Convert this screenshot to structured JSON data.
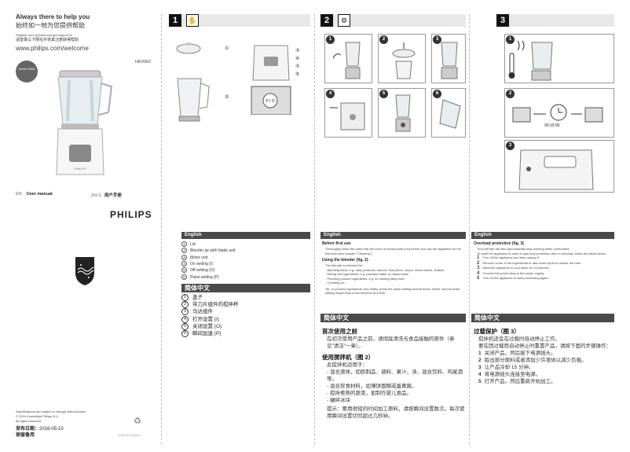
{
  "cover": {
    "help_en": "Always there to help you",
    "help_cn": "始终如一地为您提供帮助",
    "register_en": "Register your product and get support at",
    "register_cn": "请登录以下网址并将其注册获得帮助",
    "url": "www.philips.com/welcome",
    "badge_line1": "Series 5000",
    "badge_line2": "",
    "model": "HR2062",
    "manual_lang_en": "EN",
    "manual_en": "User manual",
    "manual_lang_cn": "ZH-S",
    "manual_cn": "用户手册",
    "brand": "PHILIPS",
    "footer_1": "Specifications are subject to change without notice",
    "footer_2": "© 2016 Koninklijke Philips N.V.",
    "footer_3": "All rights reserved.",
    "footer_date_label": "发布日期：",
    "footer_date": "2016-05-10",
    "footer_rights": "保留备用",
    "code": "4240 002 02621"
  },
  "panel1": {
    "num": "1",
    "callouts": [
      "①",
      "②",
      "③",
      "④",
      "⑤",
      "⑥"
    ],
    "en_bar": "English",
    "parts_en": [
      "Lid",
      "Blender jar with blade unit",
      "Motor unit",
      "On setting (I)",
      "Off setting (O)",
      "Pulse setting (P)"
    ],
    "cn_bar": "简体中文",
    "parts_cn": [
      "盖子",
      "带刀片组件的搅拌杯",
      "马达组件",
      "打开设置 (I)",
      "关闭设置 (O)",
      "瞬间加速 (P)"
    ]
  },
  "panel2": {
    "num": "2",
    "steps": [
      "1",
      "2",
      "3",
      "4",
      "5",
      "6"
    ],
    "en_bar": "English",
    "before_title": "Before first use",
    "before_text": "Thoroughly clean the parts that will come in contact with food before you use the appliance for the first time (see chapter \"Cleaning\").",
    "using_title": "Using the blender (fig. 2)",
    "using_intro": "The blender is intended for:",
    "using_items": [
      "Blending fluids, e.g. dairy products, sauces, fruit juices, soups, mixed drinks, shakes.",
      "Mixing soft ingredients, e.g. pancake batter or mayonnaise.",
      "Pureeing cooked ingredients, e.g. for making baby food.",
      "Crushing ice"
    ],
    "tip": "Tip: to process ingredients very briefly, press the pulse setting several times. Never use the pulse setting longer than a few seconds at a time.",
    "cn_bar": "简体中文",
    "cn_before_title": "首次使用之前",
    "cn_before_text": "在初次使用产品之前，请彻底清洗与食品接触的部件（参见\"清洁\"一章）。",
    "cn_using_title": "使用搅拌机（图 2）",
    "cn_using_intro": "此搅拌机适用于：",
    "cn_using_items": [
      "混合液体，如奶制品、调料、果汁、汤、混合饮料、鸡尾酒等。",
      "混合软食材料，如薄饼面糊或蛋黄酱。",
      "搅拌煮熟的蔬菜，如制作婴儿食品。",
      "碾碎冰块"
    ],
    "cn_tip": "提示：要用很短的时间加工原料，请按瞬间设置数次。每次使用瞬间设置切勿超过几秒钟。"
  },
  "panel3": {
    "num": "3",
    "steps": [
      "1",
      "2",
      "3"
    ],
    "timer": "00:15:00",
    "en_bar": "English",
    "op_title": "Overload protection (fig. 3)",
    "op_text1": "Your blender will also automatically stop working when overloaded.",
    "op_text2": "To reset the appliance in case of auto stop protection due to overload, follow the steps below:",
    "op_steps": [
      "Turn off the appliance and then unplug it.",
      "Remove some of the ingredients or add some liquid to reduce the load.",
      "Allow the appliance to cool down for 15 minutes.",
      "Connect the power plug to the power supply.",
      "Turn on the appliance to start processing again."
    ],
    "cn_bar": "简体中文",
    "cn_op_title": "过载保护（图 3）",
    "cn_op_text1": "搅拌机还会在过载时自动停止工作。",
    "cn_op_text2": "要在因过载而自动停止时重置产品，请按下面的步骤操作：",
    "cn_op_steps": [
      "关闭产品，然后拔下电源插头。",
      "取出部分原料或者添加少许液体以减少负载。",
      "让产品冷却 15 分钟。",
      "将电源插头连接至电源。",
      "打开产品，然后重新开始加工。"
    ]
  }
}
